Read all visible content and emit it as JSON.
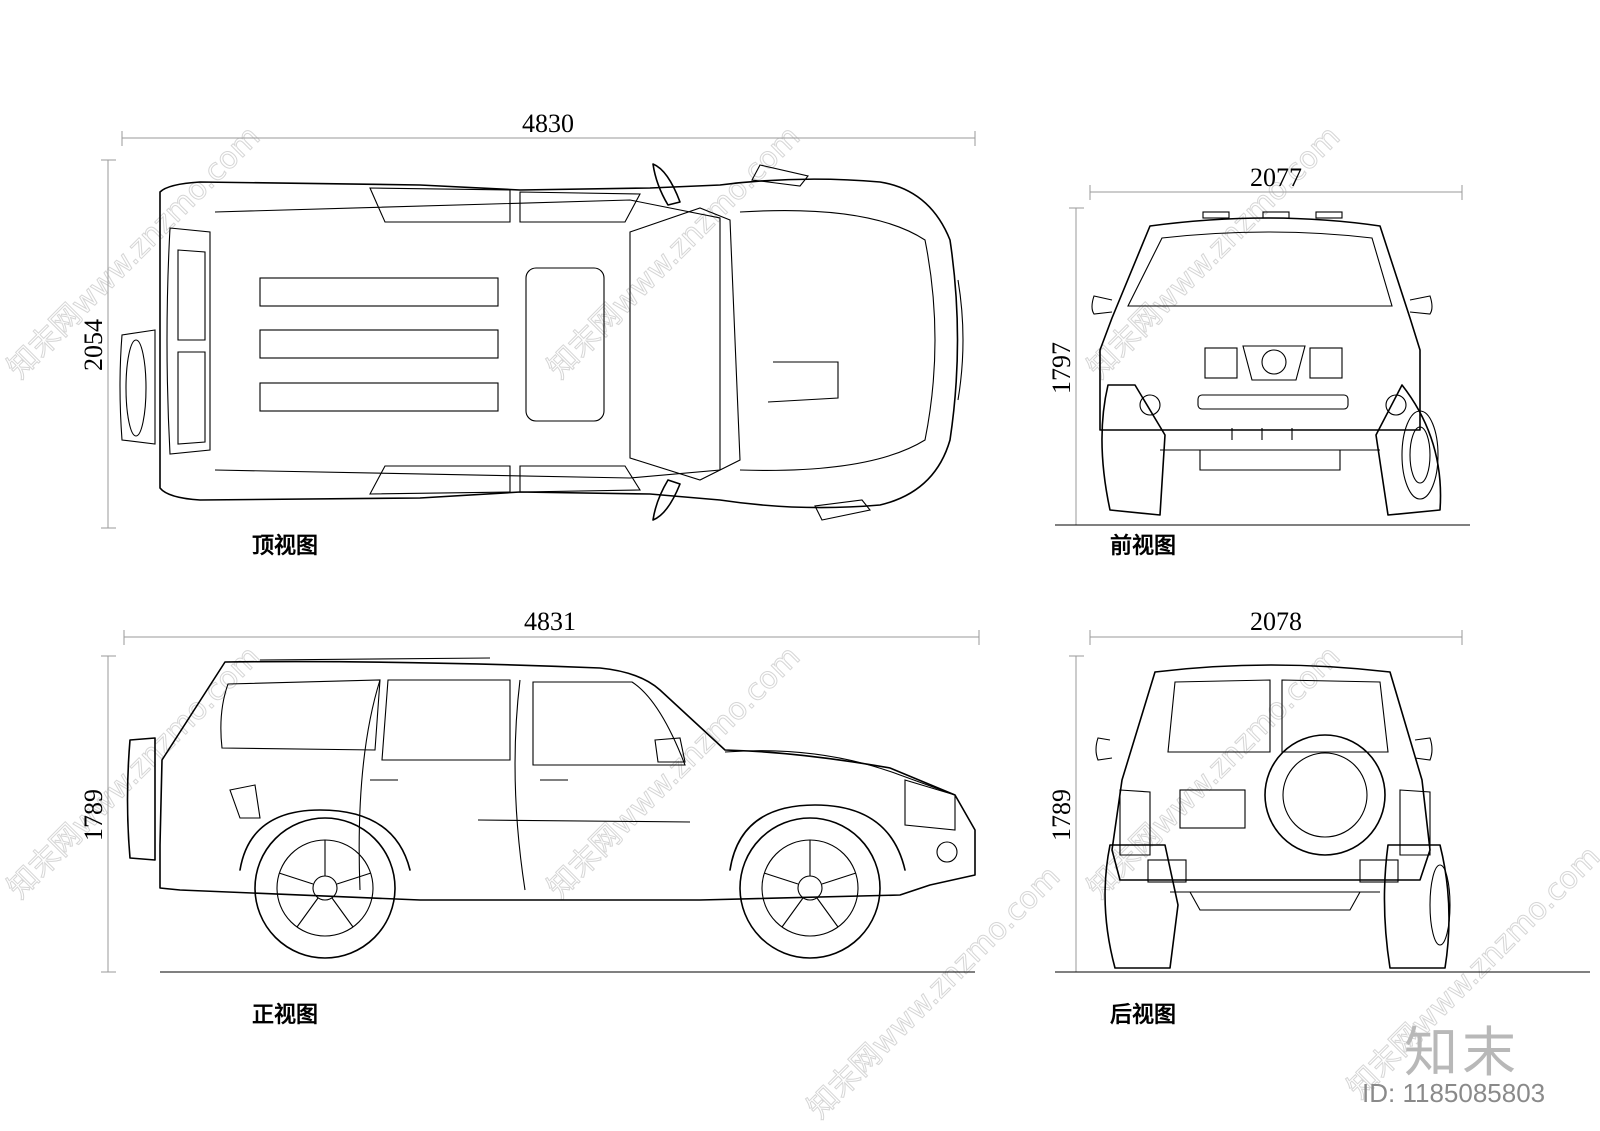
{
  "views": {
    "top": {
      "caption": "顶视图",
      "length": "4830",
      "width": "2054"
    },
    "front": {
      "caption": "前视图",
      "width": "2077",
      "height": "1797"
    },
    "side": {
      "caption": "正视图",
      "length": "4831",
      "height": "1789"
    },
    "rear": {
      "caption": "后视图",
      "width": "2078",
      "height": "1789"
    }
  },
  "watermark": {
    "text": "知末网www.znzmo.com"
  },
  "branding": {
    "logo": "知末",
    "id": "ID: 1185085803"
  }
}
